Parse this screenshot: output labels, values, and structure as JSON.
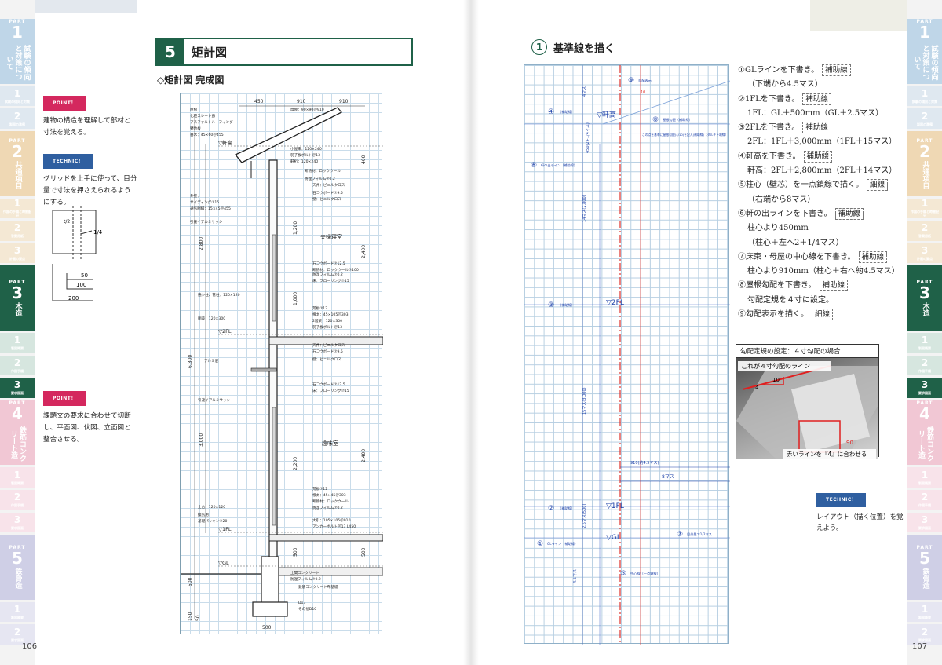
{
  "left_page": {
    "page_number": "106",
    "section": {
      "number": "5",
      "title": "矩計図"
    },
    "subheading": "◇矩計図 完成図",
    "notes": [
      {
        "badge": "POINT！",
        "text": "建物の構造を理解して部材と寸法を覚える。"
      },
      {
        "badge": "TECHNIC！",
        "text": "グリッドを上手に使って、目分量で寸法を押さえられるようにする。"
      },
      {
        "badge": "POINT！",
        "text": "課題文の要求に合わせて切断し、平面図、伏図、立面図と整合させる。"
      }
    ],
    "mini_diagram": {
      "half": "t/2",
      "quarter": "1/4",
      "d1": "50",
      "d2": "100",
      "d3": "200"
    },
    "drawing": {
      "top_dims": [
        "450",
        "910",
        "910"
      ],
      "room_labels": [
        "夫婦寝室",
        "趣味室"
      ],
      "level_marks": [
        "▽軒高",
        "▽2FL",
        "▽1FL",
        "▽GL"
      ],
      "vert_dims": [
        "2,800",
        "6,300",
        "3,000",
        "1,200",
        "1,000",
        "2,400",
        "2,200",
        "2,400",
        "500",
        "400",
        "500",
        "150",
        "50",
        "500"
      ],
      "bottom_dim": "500",
      "part_labels": [
        "屋根",
        "化粧スレート葺",
        "アスファルトルーフィング",
        "野地板",
        "垂木：45×60＠455",
        "母屋：90×90＠910",
        "小屋束：120×240",
        "羽子板ボルト＠13",
        "軒桁：120×240",
        "断熱材：ロックウール",
        "防湿フィルム⑦0.2",
        "天井：ビニルクロス",
        "石コウボード⑦9.5",
        "外壁：",
        "サイディング⑦15",
        "通気胴縁：15×45＠455",
        "引違イアルミサッシ",
        "壁：ビニルクロス",
        "石コウボード⑦12.5",
        "断熱材：ロックウール⑦100",
        "防湿フィルム⑦0.2",
        "通シ柱、管柱：120×120",
        "床：フローリング⑦15",
        "荒板⑦12",
        "根太：45×105＠303",
        "胴差：120×300",
        "2階梁：120×300",
        "羽子板ボルト＠13",
        "アルミ庇",
        "天井：ビニルクロス",
        "石コウボード⑦9.5",
        "引違イアルミサッシ",
        "壁：ビニルクロス",
        "石コウボード⑦12.5",
        "土台：120×120",
        "換気用",
        "基礎パッキン⑦20",
        "床：フローリング⑦15",
        "荒板⑦12",
        "根太：45×45＠303",
        "断熱材：ロックウール",
        "防湿フィルム⑦0.2",
        "大引：105×105＠910",
        "アンカーボルト＠13 L450",
        "土間コンクリート",
        "防湿フィルム⑦0.2",
        "鉄筋コンクリート布基礎",
        "D13",
        "その他D10"
      ]
    },
    "tabs": [
      {
        "part": "PART",
        "num": "1",
        "label": "試験の傾向と対策について",
        "color": "#bfd6e8"
      },
      {
        "sub": "1",
        "label": "試験の傾向と対策",
        "color": "#dfe8f0"
      },
      {
        "sub": "2",
        "label": "製図の準備",
        "color": "#dfe8f0"
      },
      {
        "part": "PART",
        "num": "2",
        "label": "共通項目",
        "color": "#efd8b4"
      },
      {
        "sub": "1",
        "label": "作図の手順と時間配分",
        "color": "#f4e8d4"
      },
      {
        "sub": "2",
        "label": "答案用紙",
        "color": "#f4e8d4"
      },
      {
        "sub": "3",
        "label": "計画の要点",
        "color": "#f4e8d4"
      },
      {
        "part": "PART",
        "num": "3",
        "label": "木造",
        "color": "#1f6148"
      },
      {
        "sub": "1",
        "label": "製図概要",
        "color": "#d6e6df"
      },
      {
        "sub": "2",
        "label": "作図手順",
        "color": "#d6e6df"
      },
      {
        "sub": "3",
        "label": "要求図面",
        "color": "#1f6148"
      },
      {
        "part": "PART",
        "num": "4",
        "label": "鉄筋コンクリート造",
        "color": "#f1c7d4"
      },
      {
        "sub": "1",
        "label": "製図概要",
        "color": "#f8e3ea"
      },
      {
        "sub": "2",
        "label": "作図手順",
        "color": "#f8e3ea"
      },
      {
        "sub": "3",
        "label": "要求図面",
        "color": "#f8e3ea"
      },
      {
        "part": "PART",
        "num": "5",
        "label": "鉄骨造",
        "color": "#cfcfe6"
      },
      {
        "sub": "1",
        "label": "製図概要",
        "color": "#e6e6f2"
      },
      {
        "sub": "2",
        "label": "要求図面",
        "color": "#e6e6f2"
      }
    ]
  },
  "right_page": {
    "page_number": "107",
    "step": {
      "number": "1",
      "title": "基準線を描く"
    },
    "steps": [
      {
        "num": "①",
        "text": "GLラインを下書き。",
        "tag": "補助線"
      },
      {
        "indent": true,
        "text": "（下端から4.5マス）"
      },
      {
        "num": "②",
        "text": "1FLを下書き。",
        "tag": "補助線"
      },
      {
        "indent": true,
        "text": "1FL：GL＋500mm（GL＋2.5マス）"
      },
      {
        "num": "③",
        "text": "2FLを下書き。",
        "tag": "補助線"
      },
      {
        "indent": true,
        "text": "2FL：1FL＋3,000mm（1FL＋15マス）"
      },
      {
        "num": "④",
        "text": "軒高を下書き。",
        "tag": "補助線"
      },
      {
        "indent": true,
        "text": "軒高：2FL＋2,800mm（2FL＋14マス）"
      },
      {
        "num": "⑤",
        "text": "柱心（壁芯）を一点鎖線で描く。",
        "tag": "細線"
      },
      {
        "indent": true,
        "text": "（右端から8マス）"
      },
      {
        "num": "⑥",
        "text": "軒の出ラインを下書き。",
        "tag": "補助線"
      },
      {
        "indent": true,
        "text": "柱心より450mm"
      },
      {
        "indent": true,
        "text": "（柱心＋左へ2＋1/4マス）"
      },
      {
        "num": "⑦",
        "text": "床束・母屋の中心線を下書き。",
        "tag": "補助線"
      },
      {
        "indent": true,
        "text": "柱心より910mm（柱心＋右へ約4.5マス）"
      },
      {
        "num": "⑧",
        "text": "屋根勾配を下書き。",
        "tag": "補助線"
      },
      {
        "indent": true,
        "text": "勾配定規を４寸に設定。"
      },
      {
        "num": "⑨",
        "text": "勾配表示を描く。",
        "tag": "細線"
      }
    ],
    "photo": {
      "caption": "勾配定規の設定：４寸勾配の場合",
      "line_label": "これが４寸勾配のライン",
      "num10": "10",
      "num4": "4",
      "num90": "90",
      "bottom_label": "赤いラインを『4』に合わせる"
    },
    "technic": {
      "badge": "TECHNIC！",
      "text": "レイアウト（描く位置）を覚えよう。"
    },
    "sketch": {
      "labels": [
        {
          "t": "⑨",
          "s": "勾配表示"
        },
        {
          "t": "⑧",
          "s": "屋根勾配（補助線）"
        },
        {
          "t": "④",
          "s": "（補助線）"
        },
        {
          "t": "▽軒高",
          "s": ""
        },
        {
          "t": "⑥",
          "s": "軒の出ライン（補助線）"
        },
        {
          "t": "③",
          "s": "（補助線）"
        },
        {
          "t": "▽2FL",
          "s": ""
        },
        {
          "t": "②",
          "s": "（補助線）"
        },
        {
          "t": "▽1FL",
          "s": ""
        },
        {
          "t": "①",
          "s": "GLライン（補助線）"
        },
        {
          "t": "▽GL",
          "s": ""
        },
        {
          "t": "⑤",
          "s": "中心線（一点鎖線）"
        },
        {
          "t": "⑦",
          "s": "目分量で1/2マス"
        }
      ],
      "dims": [
        "4マス",
        "450(2+1/4マス)",
        "14マス(2,800)",
        "15マス(3,000)",
        "2.5マス(500)",
        "4.5マス",
        "910(約4.5マス)",
        "8マス"
      ],
      "note8": "この点を基準に屋根勾配(4/10)を記入(補助線)（タルキ下端線）",
      "slope": "10"
    },
    "tabs": [
      {
        "part": "PART",
        "num": "1",
        "label": "試験の傾向と対策について",
        "color": "#bfd6e8"
      },
      {
        "sub": "1",
        "label": "試験の傾向と対策",
        "color": "#dfe8f0"
      },
      {
        "sub": "2",
        "label": "製図の準備",
        "color": "#dfe8f0"
      },
      {
        "part": "PART",
        "num": "2",
        "label": "共通項目",
        "color": "#efd8b4"
      },
      {
        "sub": "1",
        "label": "作図の手順と時間配分",
        "color": "#f4e8d4"
      },
      {
        "sub": "2",
        "label": "答案用紙",
        "color": "#f4e8d4"
      },
      {
        "sub": "3",
        "label": "計画の要点",
        "color": "#f4e8d4"
      },
      {
        "part": "PART",
        "num": "3",
        "label": "木造",
        "color": "#1f6148"
      },
      {
        "sub": "1",
        "label": "製図概要",
        "color": "#d6e6df"
      },
      {
        "sub": "2",
        "label": "作図手順",
        "color": "#d6e6df"
      },
      {
        "sub": "3",
        "label": "要求図面",
        "color": "#1f6148"
      },
      {
        "part": "PART",
        "num": "4",
        "label": "鉄筋コンクリート造",
        "color": "#f1c7d4"
      },
      {
        "sub": "1",
        "label": "製図概要",
        "color": "#f8e3ea"
      },
      {
        "sub": "2",
        "label": "作図手順",
        "color": "#f8e3ea"
      },
      {
        "sub": "3",
        "label": "要求図面",
        "color": "#f8e3ea"
      },
      {
        "part": "PART",
        "num": "5",
        "label": "鉄骨造",
        "color": "#cfcfe6"
      },
      {
        "sub": "1",
        "label": "製図概要",
        "color": "#e6e6f2"
      },
      {
        "sub": "2",
        "label": "要求図面",
        "color": "#e6e6f2"
      }
    ]
  }
}
